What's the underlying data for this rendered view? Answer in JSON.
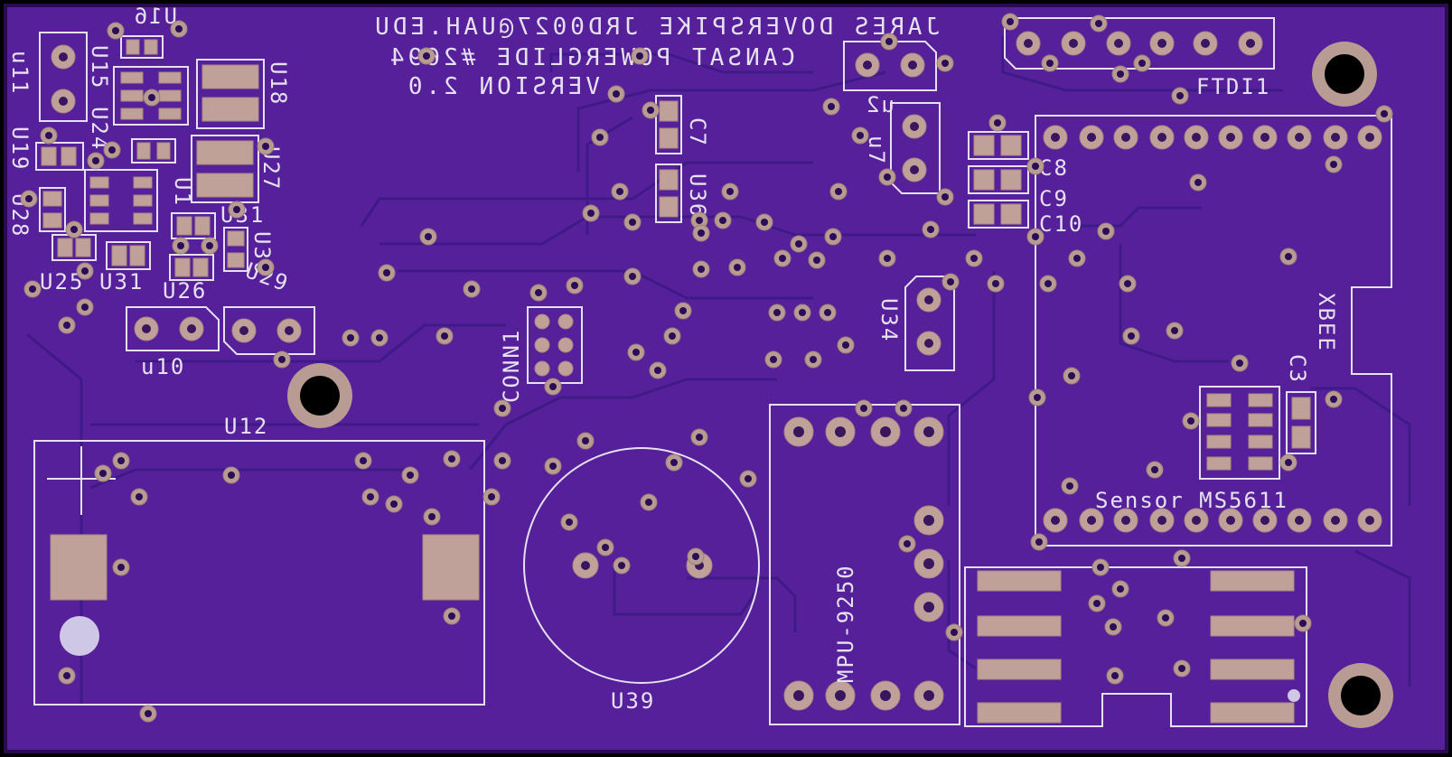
{
  "board": {
    "colors": {
      "substrate": "#5a1e9a",
      "substrate_dark": "#4a1686",
      "trace": "#3f1a86",
      "silkscreen": "#e6e1f0",
      "pad": "#bfa19a"
    }
  },
  "silkscreen_text": {
    "line1": "JARES DOVERSPIKE JRD0027@UAH.EDU",
    "line2": "CANSAT POWERGLIDE #2694",
    "line3": "VERSION 2.0"
  },
  "labels": {
    "u16": "U16",
    "u15": "U15",
    "u24": "U24",
    "u18": "U18",
    "u11": "u11",
    "u19": "U19",
    "u28": "U28",
    "u27": "U27",
    "u1": "U1",
    "u31a": "U31",
    "u30": "U30",
    "u25": "U25",
    "u31b": "U31",
    "u26": "U26",
    "u29": "U29",
    "u10": "u10",
    "u12": "U12",
    "conn1": "CONN1",
    "c7": "C7",
    "u36": "U36",
    "u2": "u2",
    "u7": "u7",
    "u34": "U34",
    "c8": "C8",
    "c9": "C9",
    "c10": "C10",
    "ftdi1": "FTDI1",
    "xbee": "XBEE",
    "c3": "C3",
    "sensor": "Sensor MS5611",
    "mpu": "MPU-9250",
    "u39": "U39"
  }
}
